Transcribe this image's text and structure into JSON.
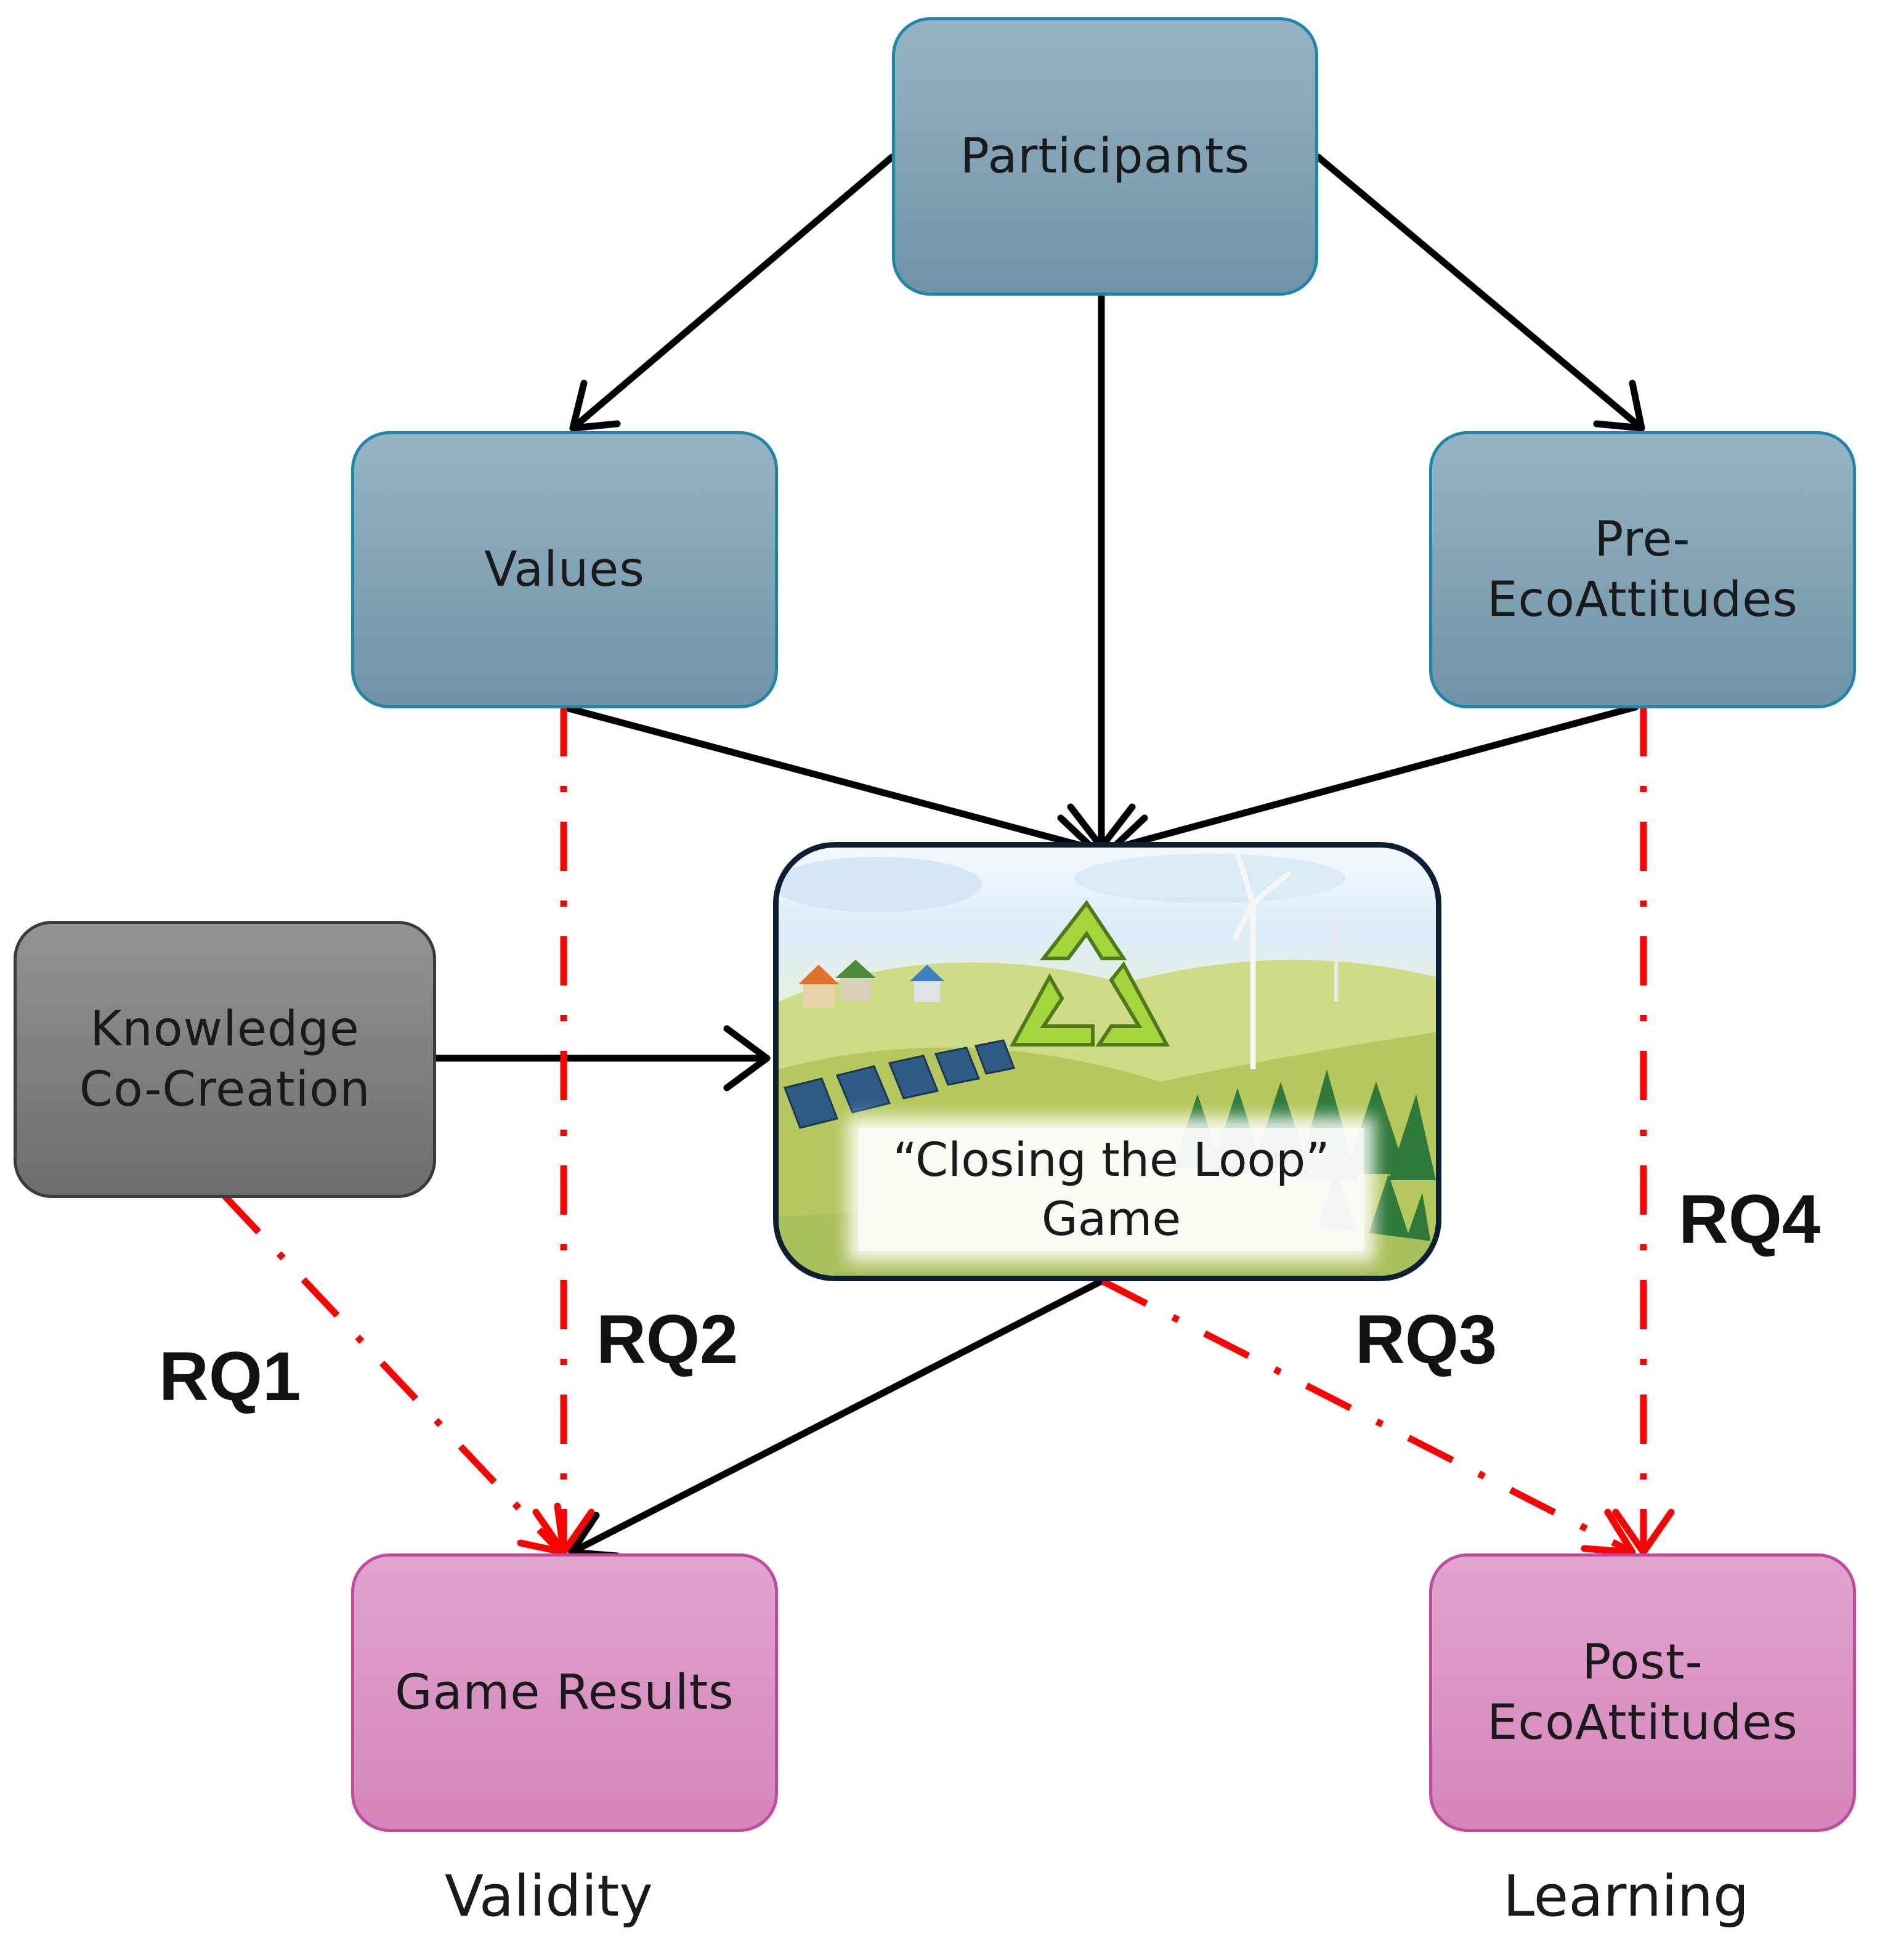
{
  "nodes": {
    "participants": "Participants",
    "values": "Values",
    "pre_eco_line1": "Pre-",
    "pre_eco_line2": "EcoAttitudes",
    "knowledge_line1": "Knowledge",
    "knowledge_line2": "Co-Creation",
    "game_line1": "“Closing the Loop”",
    "game_line2": "Game",
    "game_results": "Game Results",
    "post_eco_line1": "Post-",
    "post_eco_line2": "EcoAttitudes"
  },
  "research_questions": {
    "rq1": "RQ1",
    "rq2": "RQ2",
    "rq3": "RQ3",
    "rq4": "RQ4"
  },
  "captions": {
    "validity": "Validity",
    "learning": "Learning"
  },
  "colors": {
    "antecedent_fill": "#8aa9bb",
    "knowledge_fill": "#808080",
    "outcome_fill": "#da95c4",
    "causal_arrow": "#000000",
    "research_question_arrow": "#ff0000"
  }
}
